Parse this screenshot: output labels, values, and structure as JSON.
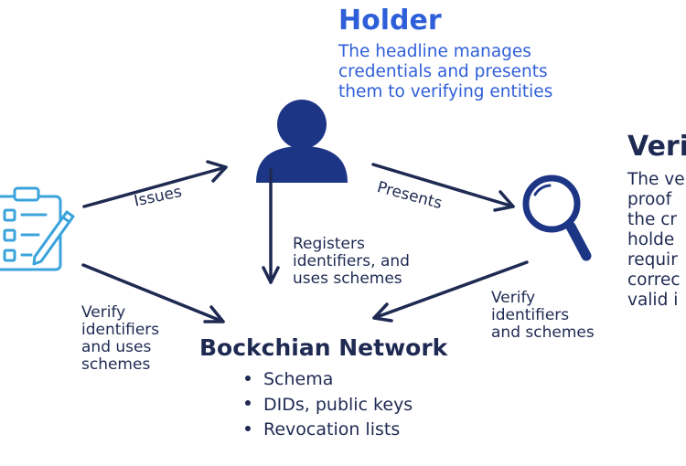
{
  "holder": {
    "title": "Holder",
    "description": "The headline manages\ncredentials and presents\nthem to verifying entities"
  },
  "verifier": {
    "title": "Veri",
    "description": "The ve\nproof\nthe cr\nholde\nrequir\ncorrec\nvalid i"
  },
  "edges": {
    "issues": "Issues",
    "presents": "Presents",
    "registers": "Registers\nidentifiers, and\nuses schemes",
    "verify_left": "Verify\nidentifiers\nand uses\nschemes",
    "verify_right": "Verify\nidentifiers\nand schemes"
  },
  "network": {
    "title": "Bockchian Network",
    "items": [
      "Schema",
      "DIDs, public keys",
      "Revocation lists"
    ]
  },
  "icons": {
    "issuer": "clipboard-checklist-icon",
    "holder": "person-icon",
    "verifier": "magnifying-glass-icon"
  },
  "colors": {
    "navy": "#1e2a52",
    "blue": "#2f5fd8",
    "issuer_cyan": "#3aa3dc",
    "icon_navy": "#1d3585"
  }
}
